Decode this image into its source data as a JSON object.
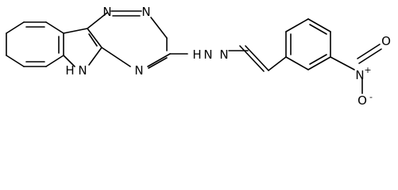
{
  "molecule": {
    "atoms": {
      "n_triazine_1": "N",
      "n_triazine_2": "N",
      "n_triazine_3": "N",
      "nh_indole_n": "N",
      "nh_indole_h": "H",
      "n_hydrazone_1": "N",
      "h_hydrazone": "H",
      "n_hydrazone_2": "N",
      "n_nitro": "N",
      "nitro_plus": "+",
      "o_nitro_1": "O",
      "o_nitro_2": "O",
      "o_minus": "-"
    }
  }
}
